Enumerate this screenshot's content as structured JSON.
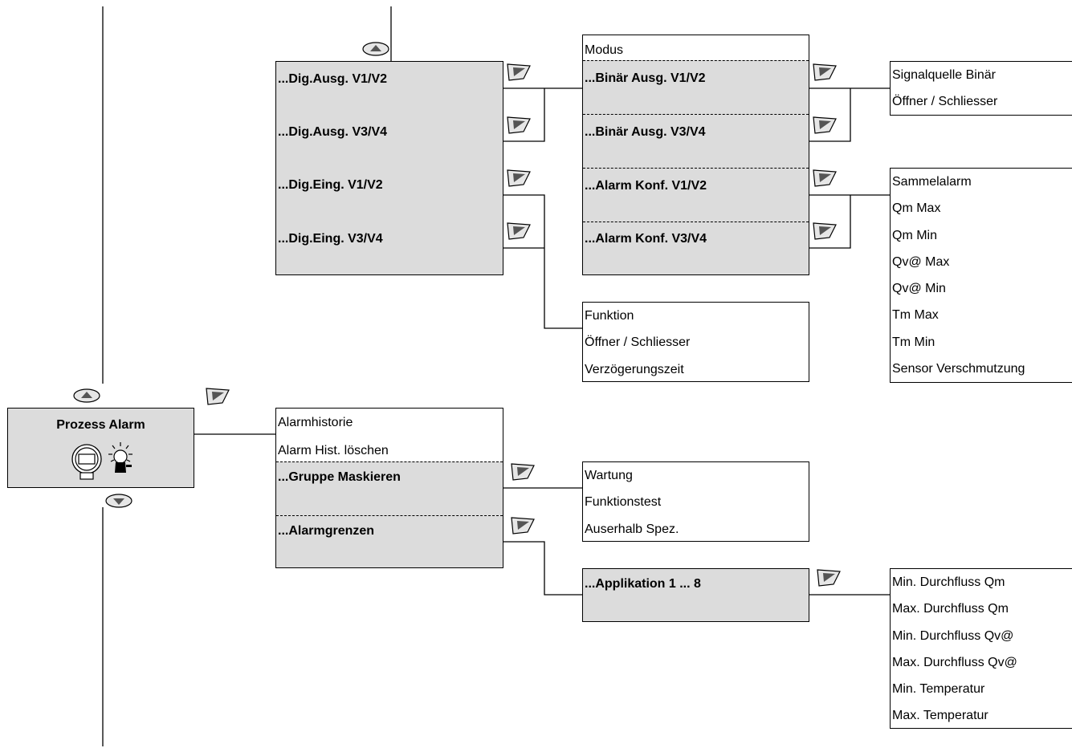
{
  "process_alarm": {
    "title": "Prozess Alarm"
  },
  "dig_menu": [
    "...Dig.Ausg. V1/V2",
    "...Dig.Ausg. V3/V4",
    "...Dig.Eing. V1/V2",
    "...Dig.Eing. V3/V4"
  ],
  "modus_menu": {
    "header": "Modus",
    "items": [
      "...Binär Ausg. V1/V2",
      "...Binär Ausg. V3/V4",
      "...Alarm Konf. V1/V2",
      "...Alarm Konf. V3/V4"
    ]
  },
  "signal_list": [
    "Signalquelle Binär",
    "Öffner / Schliesser"
  ],
  "sammel_list": [
    "Sammelalarm",
    "Qm Max",
    "Qm Min",
    "Qv@ Max",
    "Qv@ Min",
    "Tm Max",
    "Tm Min",
    "Sensor Verschmutzung"
  ],
  "funktion_list": [
    "Funktion",
    "Öffner / Schliesser",
    "Verzögerungszeit"
  ],
  "alarm_menu": {
    "items": [
      "Alarmhistorie",
      "Alarm Hist. löschen"
    ],
    "groups": [
      "...Gruppe Maskieren",
      "...Alarmgrenzen"
    ]
  },
  "wartung_list": [
    "Wartung",
    "Funktionstest",
    "Auserhalb Spez."
  ],
  "applikation": "...Applikation 1 ... 8",
  "durchfluss_list": [
    "Min. Durchfluss Qm",
    "Max. Durchfluss Qm",
    "Min. Durchfluss Qv@",
    "Max. Durchfluss Qv@",
    "Min. Temperatur",
    "Max. Temperatur"
  ],
  "icons": {
    "enter": "enter-key-icon",
    "up": "up-key-icon",
    "down": "down-key-icon",
    "device": "transmitter-device-icon",
    "alarm": "alarm-lamp-icon"
  }
}
